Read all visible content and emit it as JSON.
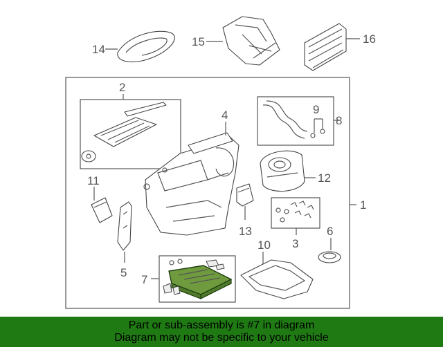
{
  "callouts": {
    "c1": "1",
    "c2": "2",
    "c3": "3",
    "c4": "4",
    "c5": "5",
    "c6": "6",
    "c7": "7",
    "c8": "8",
    "c9": "9",
    "c10": "10",
    "c11": "11",
    "c12": "12",
    "c13": "13",
    "c14": "14",
    "c15": "15",
    "c16": "16"
  },
  "highlight": {
    "part": "7",
    "color": "#6f9a3d"
  },
  "banner": {
    "line1": "Part or sub-assembly is #7 in diagram",
    "line2": "Diagram may not be specific to your vehicle",
    "color": "#1f7a14"
  }
}
